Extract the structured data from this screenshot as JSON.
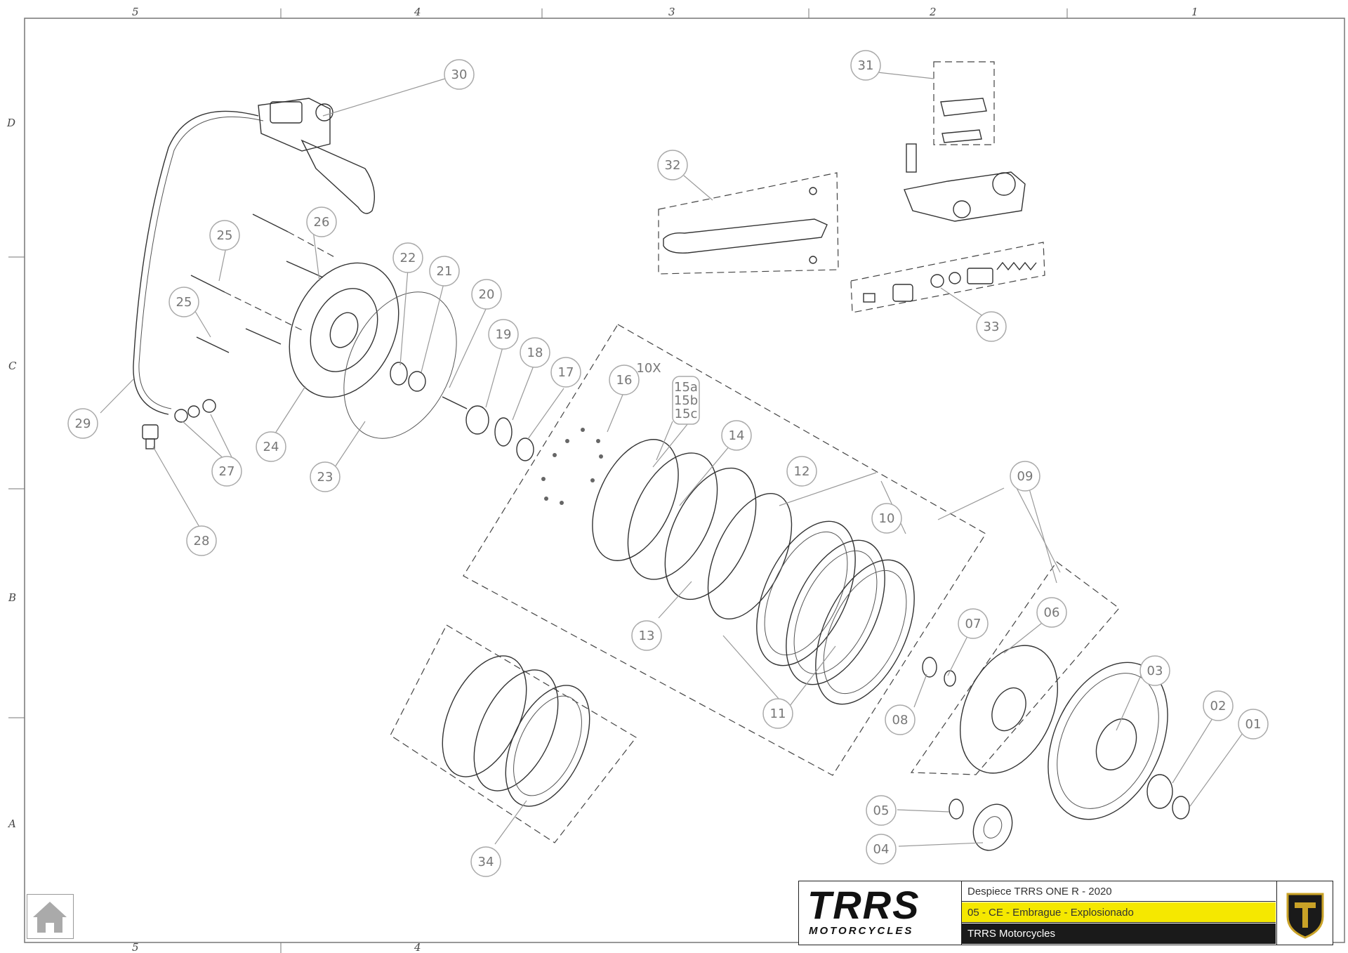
{
  "zone_columns": {
    "top": [
      "5",
      "4",
      "3",
      "2",
      "1"
    ],
    "bottom": [
      "5",
      "4"
    ]
  },
  "zone_rows": [
    "D",
    "C",
    "B",
    "A"
  ],
  "callouts": [
    {
      "label": "30"
    },
    {
      "label": "31"
    },
    {
      "label": "32"
    },
    {
      "label": "33"
    },
    {
      "label": "26"
    },
    {
      "label": "25"
    },
    {
      "label": "25"
    },
    {
      "label": "22"
    },
    {
      "label": "21"
    },
    {
      "label": "20"
    },
    {
      "label": "19"
    },
    {
      "label": "18"
    },
    {
      "label": "17"
    },
    {
      "label": "16"
    },
    {
      "label": "14"
    },
    {
      "label": "12"
    },
    {
      "label": "10"
    },
    {
      "label": "09"
    },
    {
      "label": "06"
    },
    {
      "label": "07"
    },
    {
      "label": "03"
    },
    {
      "label": "02"
    },
    {
      "label": "01"
    },
    {
      "label": "29"
    },
    {
      "label": "24"
    },
    {
      "label": "27"
    },
    {
      "label": "23"
    },
    {
      "label": "28"
    },
    {
      "label": "13"
    },
    {
      "label": "11"
    },
    {
      "label": "08"
    },
    {
      "label": "05"
    },
    {
      "label": "04"
    },
    {
      "label": "34"
    }
  ],
  "multi_label": {
    "lines": [
      "15a",
      "15b",
      "15c"
    ],
    "qty": "10X"
  },
  "title_block": {
    "logo_text": "TRRS",
    "logo_sub": "MOTORCYCLES",
    "row1": "Despiece TRRS ONE R - 2020",
    "row2": "05 - CE - Embrague - Explosionado",
    "row3": "TRRS Motorcycles"
  },
  "colors": {
    "highlight_yellow": "#f5e800",
    "dark_band": "#1a1a1a",
    "emblem_gold": "#c9a227"
  },
  "icons": {
    "home": "home-icon"
  }
}
